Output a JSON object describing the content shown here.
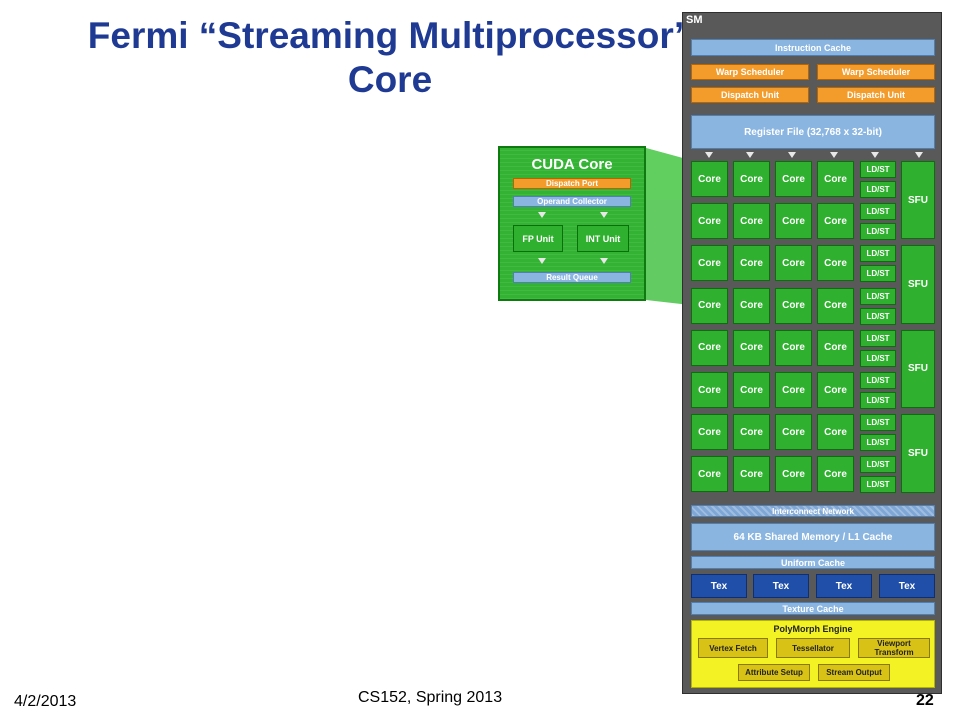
{
  "slide": {
    "title_line1": "Fermi “Streaming Multiprocessor”",
    "title_line2": "Core",
    "date": "4/2/2013",
    "course": "CS152, Spring 2013",
    "page_number": "22"
  },
  "cuda_core": {
    "title": "CUDA Core",
    "dispatch_port": "Dispatch Port",
    "operand_collector": "Operand Collector",
    "fp_unit": "FP Unit",
    "int_unit": "INT Unit",
    "result_queue": "Result Queue"
  },
  "sm": {
    "label": "SM",
    "instruction_cache": "Instruction Cache",
    "warp_scheduler": "Warp Scheduler",
    "dispatch_unit": "Dispatch Unit",
    "register_file": "Register File (32,768 x 32-bit)",
    "core_label": "Core",
    "ldst_label": "LD/ST",
    "sfu_label": "SFU",
    "interconnect": "Interconnect Network",
    "shared_memory": "64 KB Shared Memory / L1 Cache",
    "uniform_cache": "Uniform Cache",
    "tex_label": "Tex",
    "texture_cache": "Texture Cache",
    "polymorph": {
      "title": "PolyMorph Engine",
      "vertex_fetch": "Vertex Fetch",
      "tessellator": "Tessellator",
      "viewport": "Viewport Transform",
      "attribute_setup": "Attribute Setup",
      "stream_output": "Stream Output"
    }
  },
  "colors": {
    "title": "#1f3a93",
    "sm_background": "#595959",
    "cache_blue": "#8ab5e0",
    "scheduler_orange": "#f39c2c",
    "core_green": "#2fb12f",
    "tex_blue": "#1f4fa8",
    "polymorph_yellow": "#f2f224"
  }
}
